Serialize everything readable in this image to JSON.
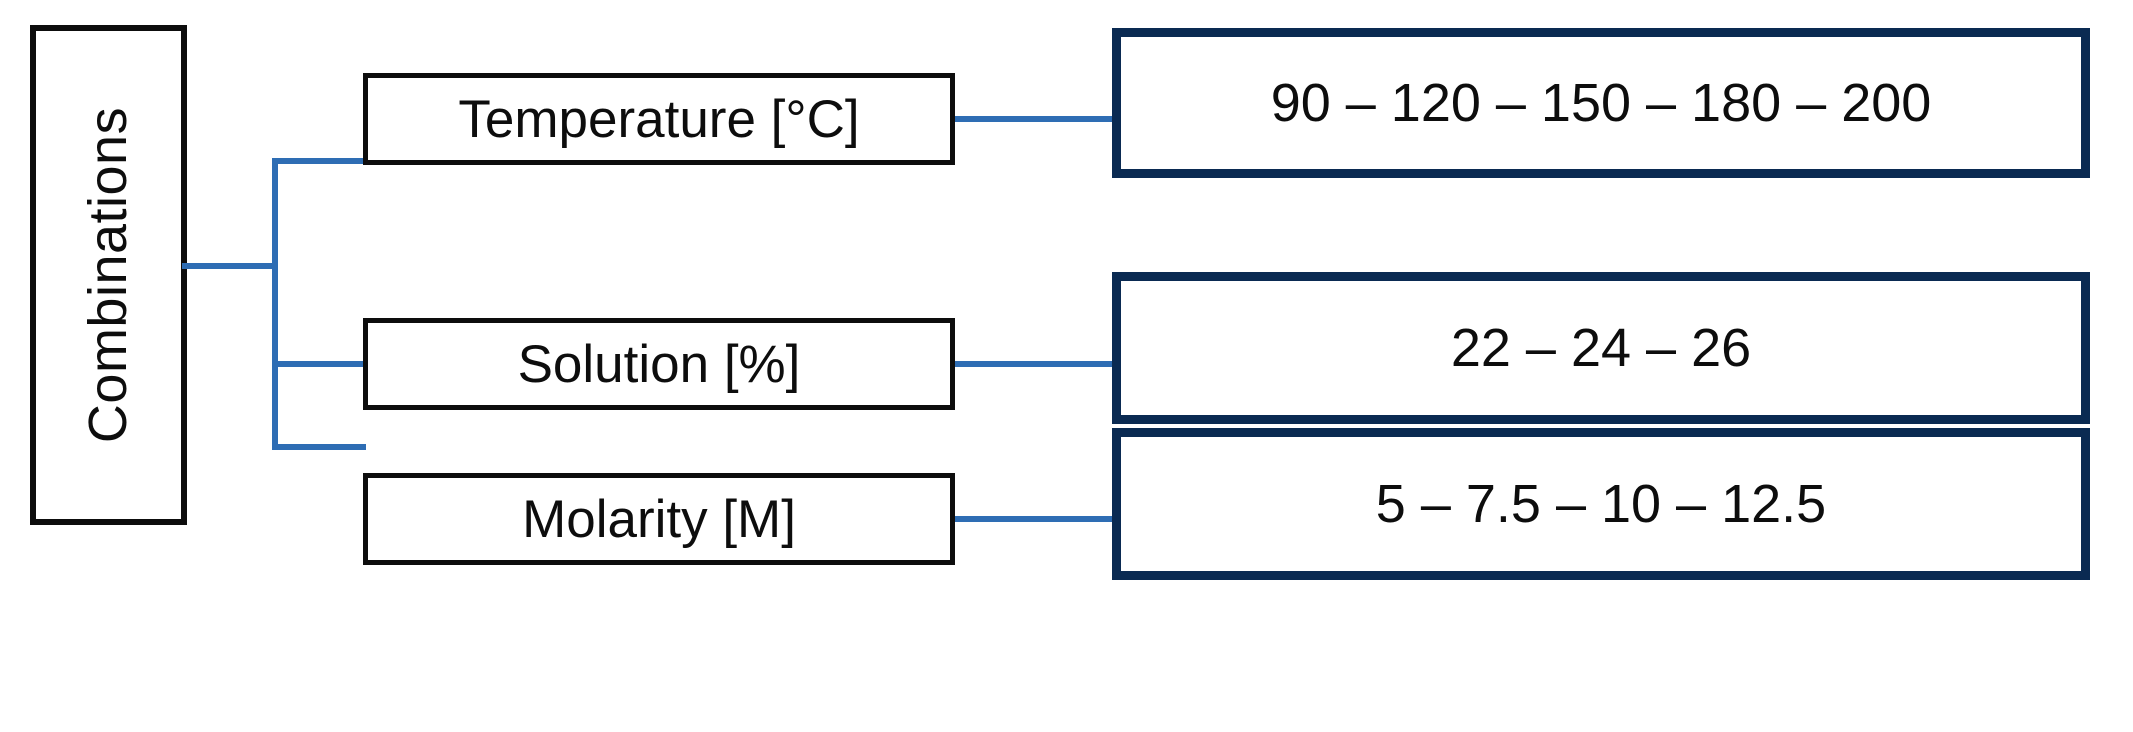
{
  "diagram": {
    "root": {
      "label": "Combinations"
    },
    "rows": [
      {
        "factor": "Temperature [°C]",
        "values": "90 – 120 – 150 – 180 – 200"
      },
      {
        "factor": "Solution [%]",
        "values": "22 – 24 – 26"
      },
      {
        "factor": "Molarity [M]",
        "values": "5 – 7.5 – 10 – 12.5"
      }
    ],
    "colors": {
      "connector": "#2E6DB4",
      "value_box_border": "#0A2A52",
      "factor_box_border": "#0D0D0D",
      "root_box_border": "#0D0D0D",
      "text": "#0D0D0D",
      "background": "#FFFFFF"
    }
  }
}
